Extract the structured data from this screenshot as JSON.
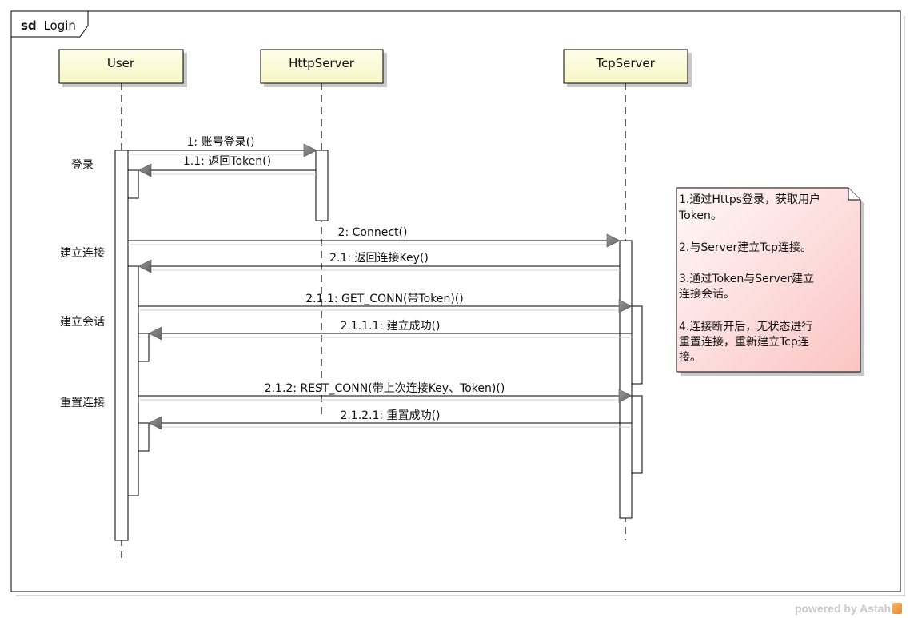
{
  "frame": {
    "keyword": "sd",
    "title": "Login"
  },
  "lifelines": [
    {
      "id": "user",
      "name": "User"
    },
    {
      "id": "http",
      "name": "HttpServer"
    },
    {
      "id": "tcp",
      "name": "TcpServer"
    }
  ],
  "messages": [
    {
      "id": "m1",
      "label": "1: 账号登录()",
      "kind": "call"
    },
    {
      "id": "m1_1",
      "label": "1.1: 返回Token()",
      "kind": "return"
    },
    {
      "id": "m2",
      "label": "2: Connect()",
      "kind": "call"
    },
    {
      "id": "m2_1",
      "label": "2.1: 返回连接Key()",
      "kind": "return"
    },
    {
      "id": "m2_1_1",
      "label": "2.1.1: GET_CONN(带Token)()",
      "kind": "call"
    },
    {
      "id": "m2_1_1_1",
      "label": "2.1.1.1: 建立成功()",
      "kind": "return"
    },
    {
      "id": "m2_1_2",
      "label": "2.1.2: REST_CONN(带上次连接Key、Token)()",
      "kind": "call"
    },
    {
      "id": "m2_1_2_1",
      "label": "2.1.2.1: 重置成功()",
      "kind": "return"
    }
  ],
  "side_labels": {
    "login": "登录",
    "connect": "建立连接",
    "session": "建立会话",
    "reset": "重置连接"
  },
  "note": {
    "lines": [
      "1.通过Https登录，获取用户",
      "Token。",
      "",
      "2.与Server建立Tcp连接。",
      "",
      "3.通过Token与Server建立",
      "连接会话。",
      "",
      "4.连接断开后，无状态进行",
      "重置连接，重新建立Tcp连",
      "接。"
    ]
  },
  "watermark": {
    "text": "powered by Astah"
  },
  "colors": {
    "lifeline_fill": "#fdfde0",
    "note_fill_top": "#fff5f5",
    "note_fill_bottom": "#fbcaca",
    "arrow_fill": "#808080",
    "line": "#000000"
  }
}
